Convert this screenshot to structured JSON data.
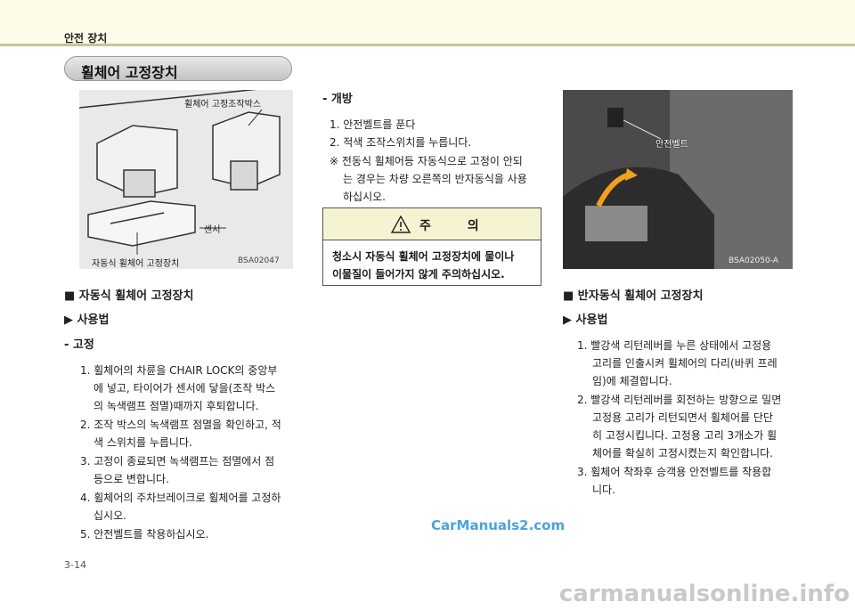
{
  "header": {
    "section_title": "안전 장치"
  },
  "page_title": "휠체어 고정장치",
  "figure_left": {
    "callout_top": "휠체어 고정조작박스",
    "callout_sensor": "센서",
    "caption": "자동식 휠체어 고정장치",
    "code": "BSA02047"
  },
  "figure_right": {
    "callout": "안전벨트",
    "code": "BSA02050-A"
  },
  "auto": {
    "heading": "■ 자동식 휠체어 고정장치",
    "usage": "▶ 사용법",
    "fix": "- 고정",
    "lines": [
      "1.  휠체어의 차륜을 CHAIR LOCK의 중앙부",
      "에 넣고, 타이어가 센서에 닿을(조작 박스",
      "의 녹색램프 점멸)때까지 후퇴합니다.",
      "2. 조작 박스의 녹색램프 점멸을 확인하고, 적",
      "색 스위치를 누릅니다.",
      "3. 고정이 종료되면 녹색램프는 점멸에서 점",
      "등으로 변합니다.",
      "4. 휠체어의 주차브레이크로 휠체어를 고정하",
      "십시오.",
      "5. 안전벨트를 착용하십시오."
    ]
  },
  "open": {
    "heading": "- 개방",
    "lines": [
      "1.  안전벨트를 푼다",
      "2.  적색 조작스위치를 누릅니다.",
      "※ 전동식 휠체어등 자동식으로 고정이 안되",
      "는 경우는 차량 오른쪽의 반자동식을 사용",
      "하십시오."
    ]
  },
  "caution": {
    "title": "주 의",
    "body_line1": "청소시 자동식 휠체어 고정장치에 물이나",
    "body_line2": "이물질이 들어가지 않게 주의하십시오."
  },
  "semi": {
    "heading": "■ 반자동식 휠체어 고정장치",
    "usage": "▶ 사용법",
    "lines": [
      "1.  빨강색 리턴레버를 누른 상태에서 고정용",
      "고리를 인출시켜 휠체어의 다리(바퀴 프레",
      "임)에 체결합니다.",
      "2.  빨강색 리턴레버를 회전하는 방향으로 밀면",
      "고정용 고리가 리턴되면서 휠체어를 단단",
      "히 고정시킵니다. 고정용 고리 3개소가 휠",
      "체어를 확실히 고정시켰는지 확인합니다.",
      "3.  휠체어 착좌후 승객용 안전벨트를 착용합",
      "니다."
    ]
  },
  "watermark": "CarManuals2.com",
  "page_number": "3-14",
  "footer_watermark": "carmanualsonline.info",
  "colors": {
    "header_bg": "#fdfce8",
    "header_rule": "#c8c39b",
    "caution_bg": "#f6f3d2",
    "watermark": "#4aa4d8"
  }
}
